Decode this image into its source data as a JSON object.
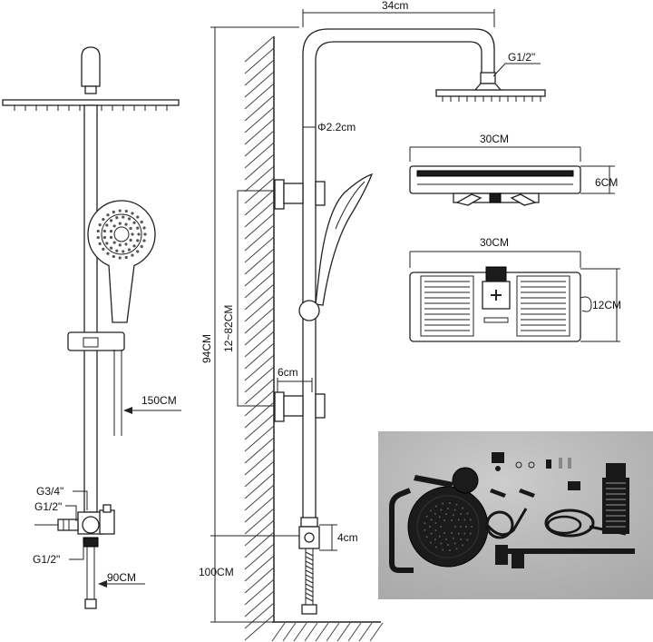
{
  "labels": {
    "width_34": "34cm",
    "g12_top": "G1/2\"",
    "pipe_dia": "Φ2.2cm",
    "tray_w1": "30CM",
    "tray_h": "6CM",
    "tray_w2": "30CM",
    "tray_d": "12CM",
    "height_94": "94CM",
    "slide_range": "12~82CM",
    "holder_6": "6cm",
    "hose_150": "150CM",
    "g34": "G3/4\"",
    "g12_mid": "G1/2\"",
    "g12_low": "G1/2\"",
    "hose_90": "90CM",
    "bracket_4": "4cm",
    "height_100": "100CM"
  },
  "colors": {
    "line": "#222222",
    "photo_bg": "#b9b9b9",
    "matte_black": "#1b1b1b"
  }
}
